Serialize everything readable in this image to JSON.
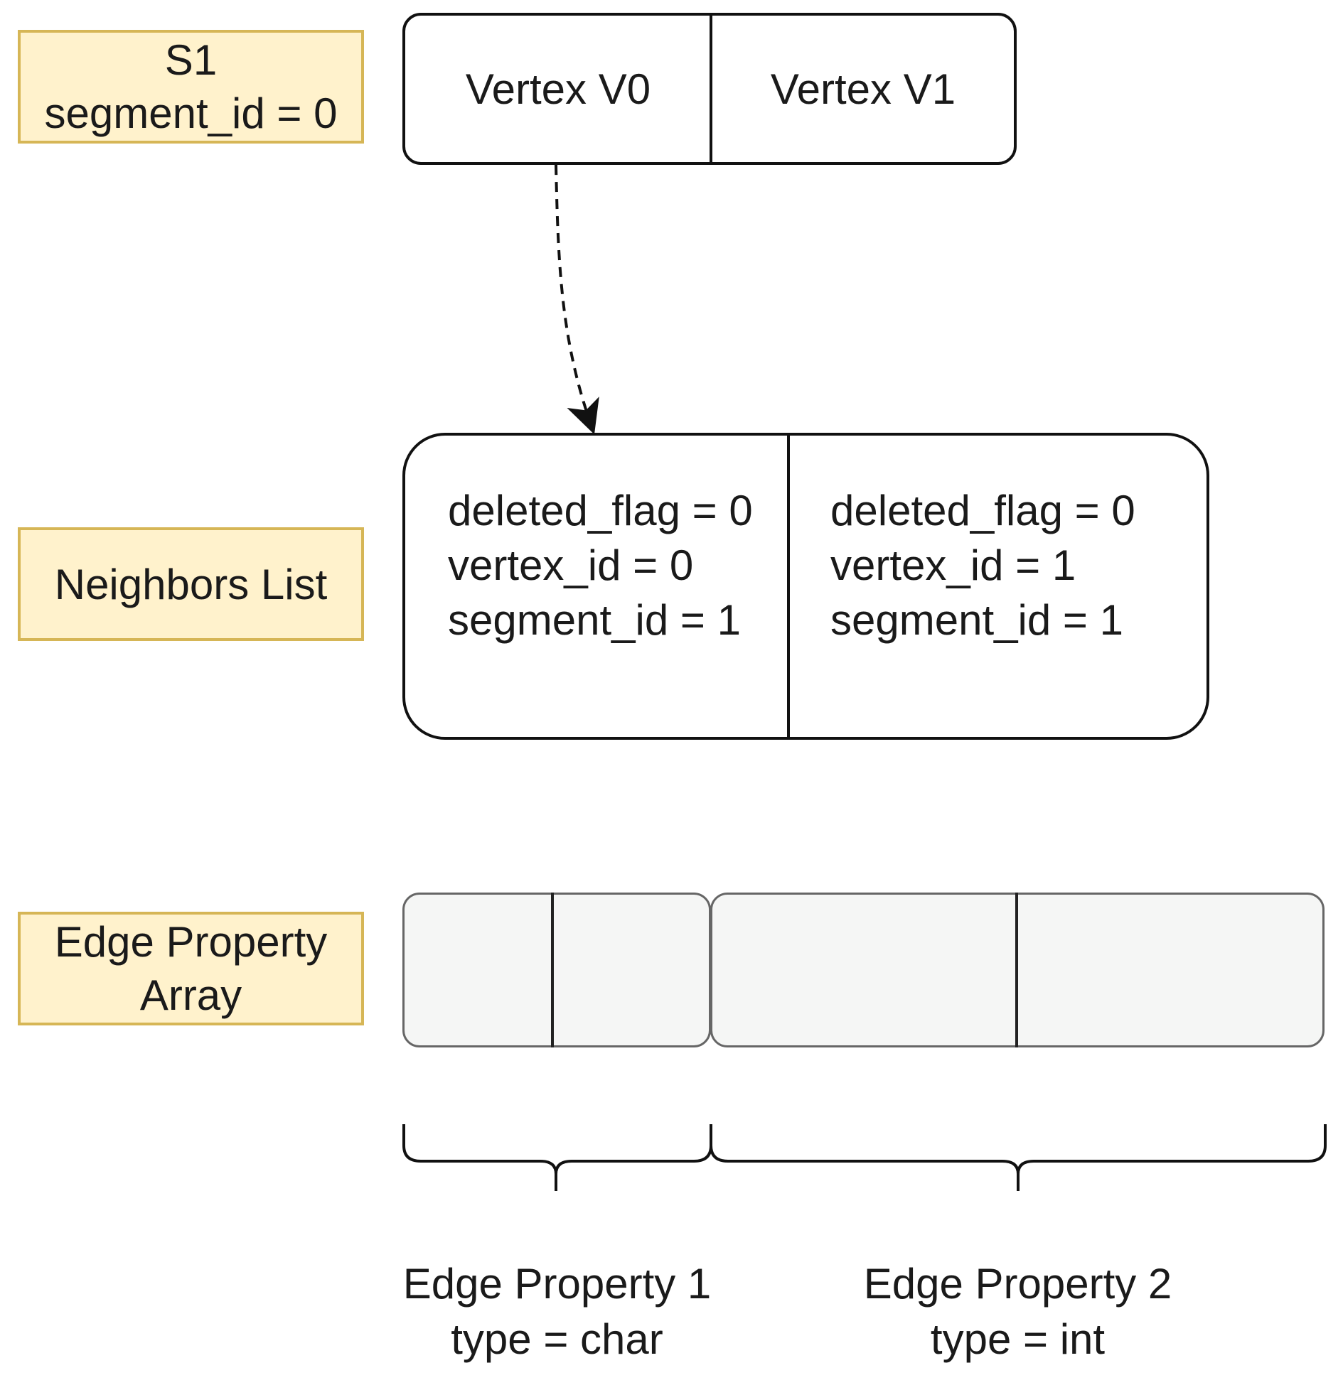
{
  "labels": {
    "s1": {
      "line1": "S1",
      "line2": "segment_id = 0"
    },
    "neighbors": {
      "line1": "Neighbors List"
    },
    "edge_property": {
      "line1": "Edge Property",
      "line2": "Array"
    }
  },
  "vertices": [
    {
      "label": "Vertex V0"
    },
    {
      "label": "Vertex V1"
    }
  ],
  "neighbors": [
    {
      "line1": "deleted_flag = 0",
      "line2": "vertex_id = 0",
      "line3": "segment_id = 1"
    },
    {
      "line1": "deleted_flag = 0",
      "line2": "vertex_id = 1",
      "line3": "segment_id = 1"
    }
  ],
  "edge_properties": [
    {
      "name": "Edge Property 1",
      "type": "type = char"
    },
    {
      "name": "Edge Property 2",
      "type": "type = int"
    }
  ],
  "colors": {
    "label_fill": "#fff2cc",
    "label_border": "#d6b656",
    "array_fill": "#f5f6f5",
    "line": "#111111"
  }
}
